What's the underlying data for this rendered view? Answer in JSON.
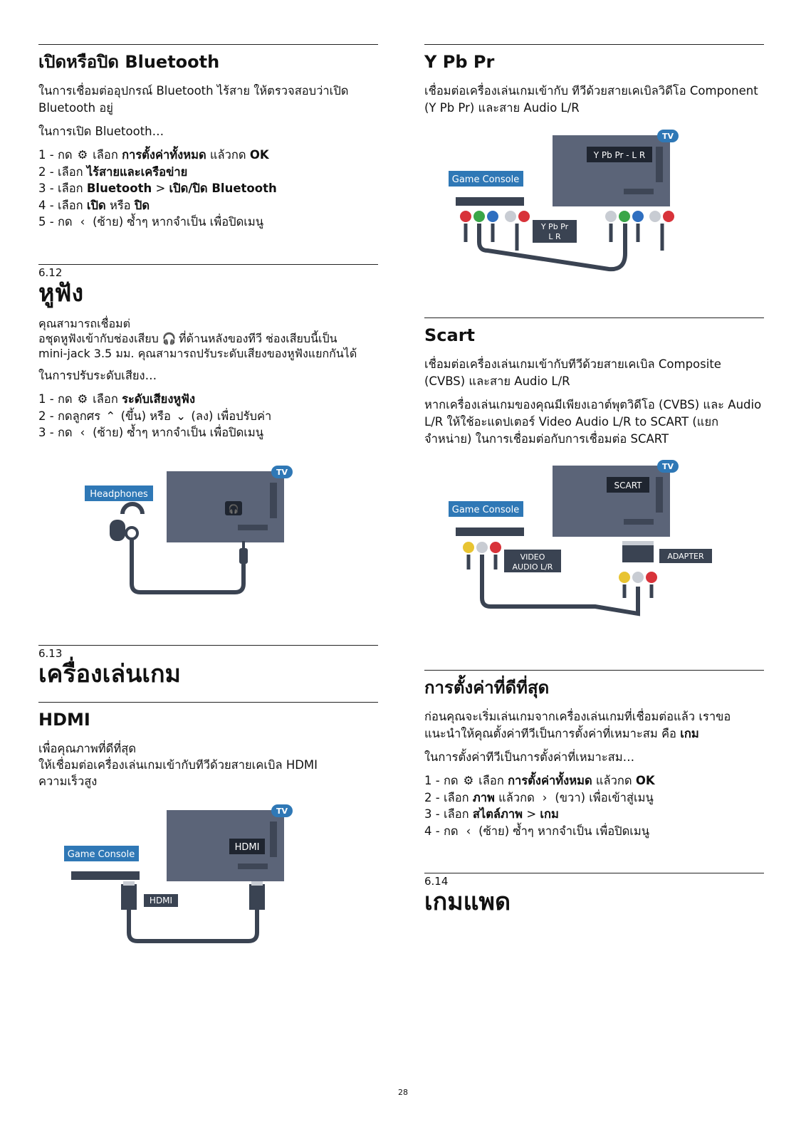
{
  "left": {
    "bluetooth": {
      "title": "เปิดหรือปิด Bluetooth",
      "intro": "ในการเชื่อมต่ออุปกรณ์ Bluetooth ไร้สาย ให้ตรวจสอบว่าเปิด Bluetooth อยู่",
      "lead": "ในการเปิด Bluetooth…",
      "steps": [
        {
          "pre": "1 - กด",
          "icon": "gear-icon",
          "mid": "เลือก",
          "bold": "การตั้งค่าทั้งหมด",
          "post": "แล้วกด",
          "bold2": "OK"
        },
        {
          "pre": "2 - เลือก",
          "bold": "ไร้สายและเครือข่าย"
        },
        {
          "pre": "3 - เลือก",
          "bold": "Bluetooth",
          "post": ">",
          "bold2": "เปิด/ปิด Bluetooth"
        },
        {
          "pre": "4 - เลือก",
          "bold": "เปิด",
          "post": "หรือ",
          "bold2": "ปิด"
        },
        {
          "pre": "5 - กด",
          "icon": "chevron-left-icon",
          "mid": "(ซ้าย) ซ้ำๆ หากจำเป็น เพื่อปิดเมนู"
        }
      ]
    },
    "headphones": {
      "number": "6.12",
      "title": "หูฟัง",
      "intro_line1": "คุณสามารถเชื่อมต่",
      "intro_line2_pre": "อชุดหูฟังเข้ากับช่องเสียบ",
      "intro_line2_post": "ที่ด้านหลังของทีวี ช่องเสียบนี้เป็น",
      "intro_line3": "mini-jack 3.5 มม. คุณสามารถปรับระดับเสียงของหูฟังแยกกันได้",
      "lead": "ในการปรับระดับเสียง…",
      "steps": [
        {
          "pre": "1 - กด",
          "icon": "gear-icon",
          "mid": "เลือก",
          "bold": "ระดับเสียงหูฟัง"
        },
        {
          "pre": "2 - กดลูกศร",
          "icon": "chevron-up-icon",
          "mid": "(ขึ้น) หรือ",
          "icon2": "chevron-down-icon",
          "post": "(ลง) เพื่อปรับค่า"
        },
        {
          "pre": "3 - กด",
          "icon": "chevron-left-icon",
          "mid": "(ซ้าย) ซ้ำๆ หากจำเป็น เพื่อปิดเมนู"
        }
      ],
      "diagram": {
        "tv": "TV",
        "device": "Headphones"
      }
    },
    "game": {
      "number": "6.13",
      "title": "เครื่องเล่นเกม",
      "hdmi_title": "HDMI",
      "hdmi_line1": "เพื่อคุณภาพที่ดีที่สุด",
      "hdmi_line2": "ให้เชื่อมต่อเครื่องเล่นเกมเข้ากับทีวีด้วยสายเคเบิล HDMI",
      "hdmi_line3": "ความเร็วสูง",
      "diagram": {
        "tv": "TV",
        "device": "Game Console",
        "port": "HDMI",
        "cable": "HDMI"
      }
    }
  },
  "right": {
    "ypbpr": {
      "title": "Y Pb Pr",
      "intro": "เชื่อมต่อเครื่องเล่นเกมเข้ากับ ทีวีด้วยสายเคเบิลวิดีโอ Component (Y Pb Pr) และสาย Audio L/R",
      "diagram": {
        "tv": "TV",
        "device": "Game Console",
        "port": "Y Pb Pr - L R",
        "cable_line1": "Y Pb Pr",
        "cable_line2": "L R"
      }
    },
    "scart": {
      "title": "Scart",
      "intro": "เชื่อมต่อเครื่องเล่นเกมเข้ากับทีวีด้วยสายเคเบิล Composite (CVBS) และสาย Audio L/R",
      "body": "หากเครื่องเล่นเกมของคุณมีเพียงเอาต์พุตวิดีโอ (CVBS) และ Audio L/R ให้ใช้อะแดปเตอร์ Video Audio L/R to SCART (แยกจำหน่าย) ในการเชื่อมต่อกับการเชื่อมต่อ SCART",
      "diagram": {
        "tv": "TV",
        "device": "Game Console",
        "port": "SCART",
        "cable_line1": "VIDEO",
        "cable_line2": "AUDIO  L/R",
        "adapter": "ADAPTER"
      }
    },
    "best": {
      "title": "การตั้งค่าที่ดีที่สุด",
      "intro_pre": "ก่อนคุณจะเริ่มเล่นเกมจากเครื่องเล่นเกมที่เชื่อมต่อแล้ว เราขอแนะนำให้คุณตั้งค่าทีวีเป็นการตั้งค่าที่เหมาะสม คือ",
      "intro_bold": "เกม",
      "lead": "ในการตั้งค่าทีวีเป็นการตั้งค่าที่เหมาะสม…",
      "steps": [
        {
          "pre": "1 - กด",
          "icon": "gear-icon",
          "mid": "เลือก",
          "bold": "การตั้งค่าทั้งหมด",
          "post": "แล้วกด",
          "bold2": "OK"
        },
        {
          "pre": "2 - เลือก",
          "bold": "ภาพ",
          "post": "แล้วกด",
          "icon2": "chevron-right-icon",
          "post2": "(ขวา) เพื่อเข้าสู่เมนู"
        },
        {
          "pre": "3 - เลือก",
          "bold": "สไตล์ภาพ",
          "post": ">",
          "bold2": "เกม"
        },
        {
          "pre": "4 - กด",
          "icon": "chevron-left-icon",
          "mid": "(ซ้าย) ซ้ำๆ หากจำเป็น เพื่อปิดเมนู"
        }
      ]
    },
    "gamepad": {
      "number": "6.14",
      "title": "เกมแพด"
    }
  },
  "page_number": "28",
  "colors": {
    "tv_body": "#5b6478",
    "label_blue": "#2f78b6",
    "cable": "#3a4352",
    "red": "#d8333a",
    "green": "#3aa648",
    "blue": "#2f6fc0",
    "white": "#c8ccd3",
    "yellow": "#e8c432"
  }
}
